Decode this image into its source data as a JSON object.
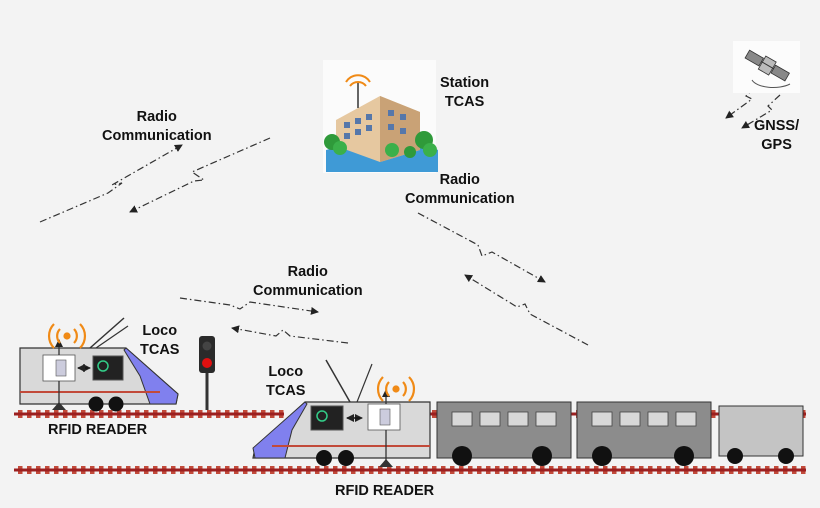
{
  "labels": {
    "station": [
      "Station",
      "TCAS"
    ],
    "radio_left": [
      "Radio",
      "Communication"
    ],
    "radio_right": [
      "Radio",
      "Communication"
    ],
    "radio_middle": [
      "Radio",
      "Communication"
    ],
    "gnss": [
      "GNSS/",
      "GPS"
    ],
    "loco_left": [
      "Loco",
      "TCAS"
    ],
    "loco_right": [
      "Loco",
      "TCAS"
    ],
    "rfid_top": "RFID READER",
    "rfid_bottom": "RFID READER"
  },
  "colors": {
    "rail": "#9b1f1f",
    "sleeper": "#c24a3a",
    "loco_body": "#d9d9d9",
    "loco_nose": "#8080ee",
    "coach": "#8c8c8c",
    "wifi": "#f08a16",
    "signal_red": "#e01010"
  },
  "icons": [
    "station-building-icon",
    "satellite-icon",
    "signal-post-icon",
    "wifi-antenna-icon",
    "tcas-unit-icon",
    "display-screen-icon",
    "rfid-tag-icon"
  ]
}
